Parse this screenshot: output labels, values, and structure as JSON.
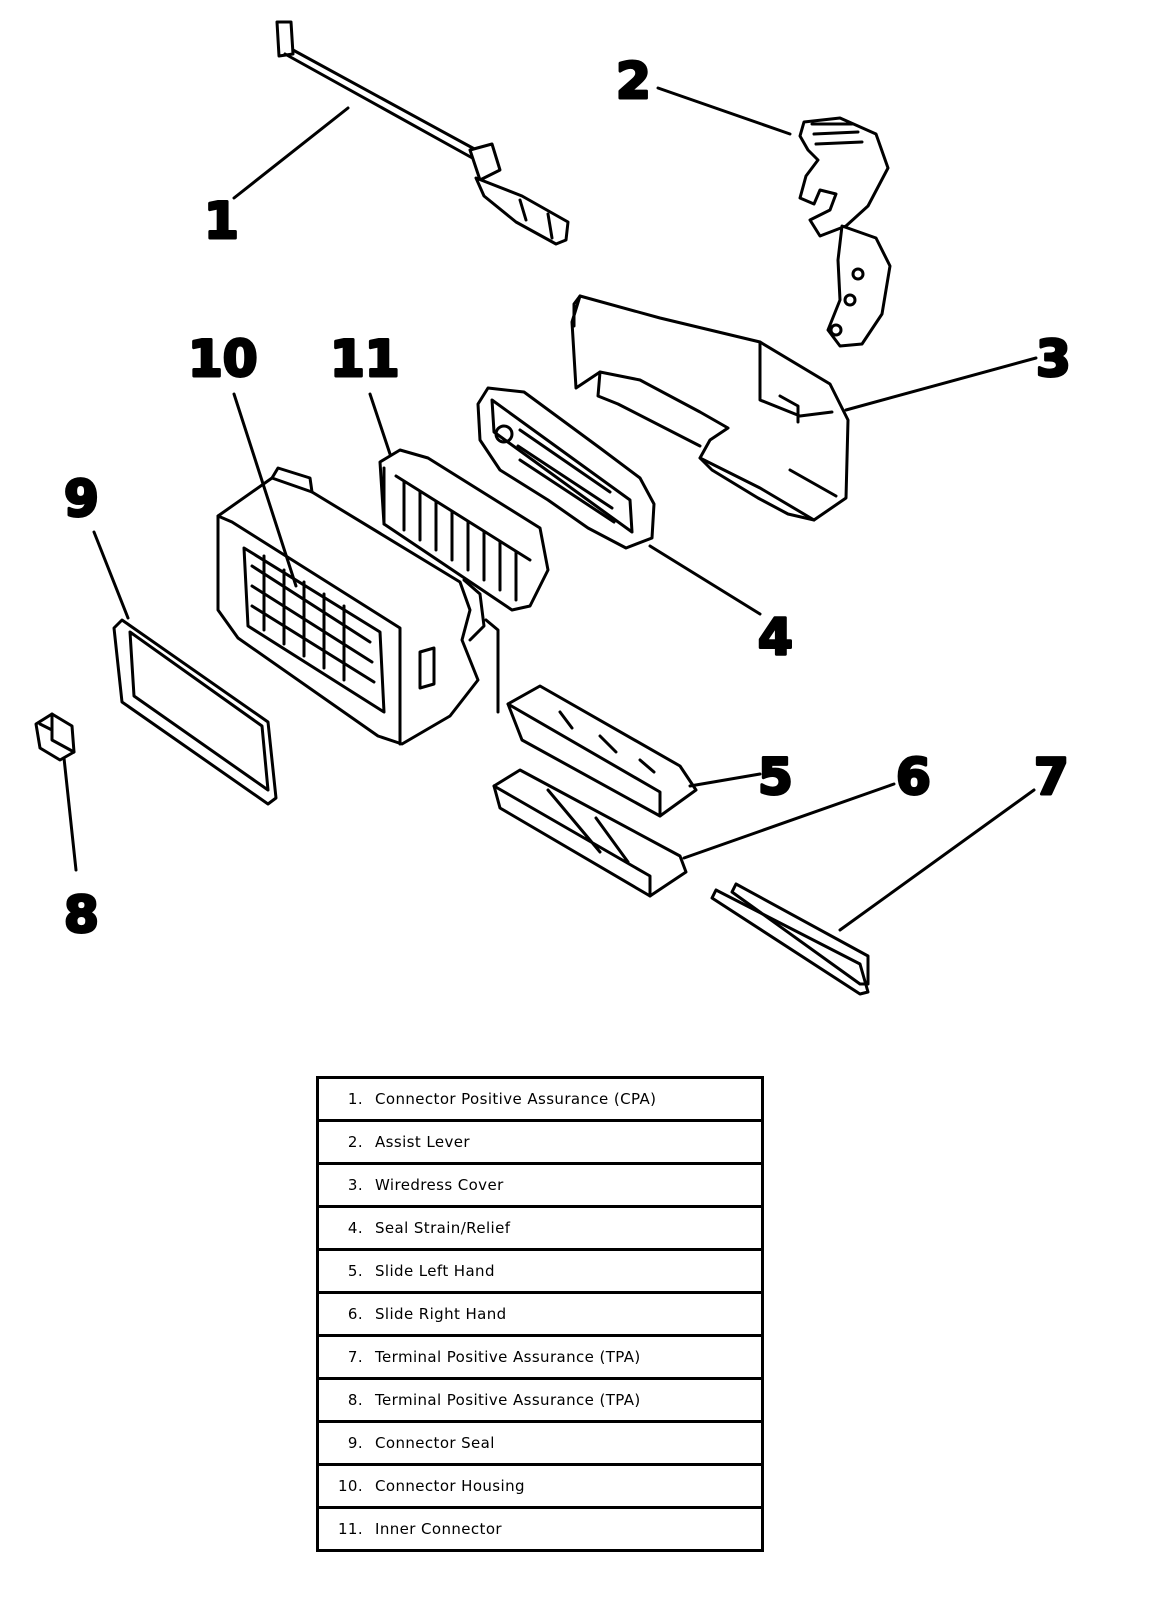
{
  "callouts": [
    "1",
    "2",
    "3",
    "4",
    "5",
    "6",
    "7",
    "8",
    "9",
    "10",
    "11"
  ],
  "legend": [
    {
      "num": "1.",
      "text": "Connector Positive Assurance (CPA)"
    },
    {
      "num": "2.",
      "text": "Assist Lever"
    },
    {
      "num": "3.",
      "text": "Wiredress Cover"
    },
    {
      "num": "4.",
      "text": "Seal Strain/Relief"
    },
    {
      "num": "5.",
      "text": "Slide Left Hand"
    },
    {
      "num": "6.",
      "text": "Slide Right Hand"
    },
    {
      "num": "7.",
      "text": "Terminal Positive Assurance (TPA)"
    },
    {
      "num": "8.",
      "text": "Terminal Positive Assurance (TPA)"
    },
    {
      "num": "9.",
      "text": "Connector Seal"
    },
    {
      "num": "10.",
      "text": "Connector Housing"
    },
    {
      "num": "11.",
      "text": "Inner Connector"
    }
  ]
}
